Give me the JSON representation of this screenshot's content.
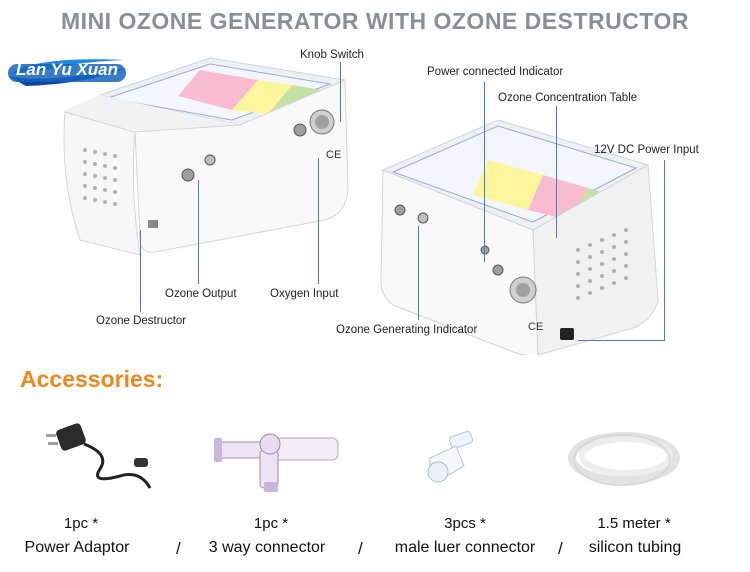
{
  "title": "MINI OZONE GENERATOR WITH OZONE DESTRUCTOR",
  "logo": {
    "text": "Lan Yu Xuan",
    "color": "#1565c0"
  },
  "callouts": {
    "knob_switch": "Knob Switch",
    "power_connected_indicator": "Power connected Indicator",
    "ozone_concentration_table": "Ozone Concentration Table",
    "dc_power_input": "12V DC Power Input",
    "ozone_output": "Ozone Output",
    "oxygen_input": "Oxygen Input",
    "ozone_destructor": "Ozone Destructor",
    "ozone_generating_indicator": "Ozone Generating Indicator"
  },
  "accessories": {
    "heading": "Accessories:",
    "items": [
      {
        "qty": "1pc *",
        "name": "Power Adaptor"
      },
      {
        "qty": "1pc *",
        "name": "3 way connector"
      },
      {
        "qty": "3pcs *",
        "name": "male luer connector"
      },
      {
        "qty": "1.5 meter *",
        "name": "silicon tubing"
      }
    ],
    "separator": "/"
  },
  "colors": {
    "accent": "#f0861e",
    "title": "#8a8f96",
    "callout_line": "#4a7bc8"
  }
}
